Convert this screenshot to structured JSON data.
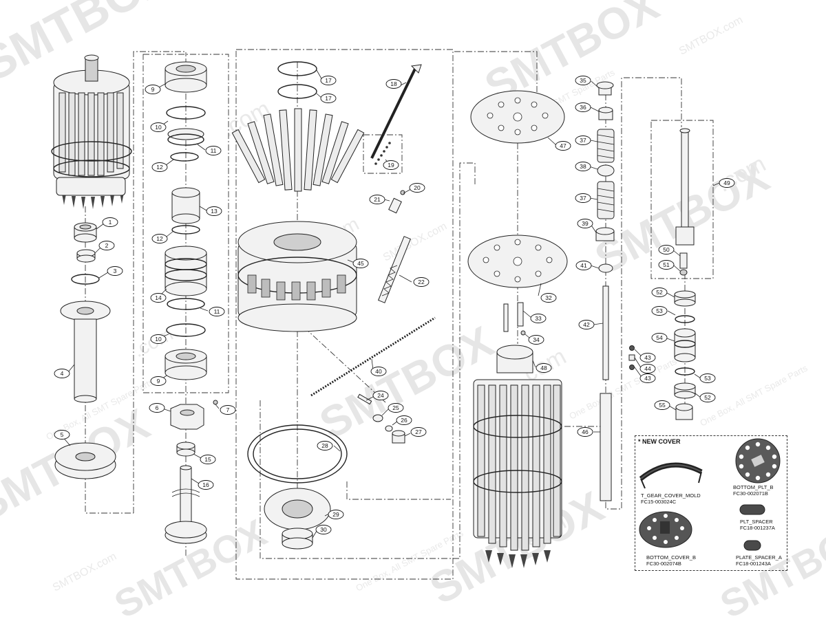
{
  "watermarks": {
    "brand": "SMTBOX",
    "brand_com": "SMTBOX.com",
    "dot_com": ".com",
    "spare_parts": "One Box, All SMT Spare Parts"
  },
  "callouts": [
    "1",
    "2",
    "3",
    "4",
    "5",
    "6",
    "7",
    "9",
    "10",
    "11",
    "12",
    "13",
    "12",
    "14",
    "11",
    "10",
    "9",
    "15",
    "16",
    "17",
    "17",
    "18",
    "19",
    "20",
    "21",
    "22",
    "45",
    "40",
    "24",
    "25",
    "26",
    "27",
    "28",
    "29",
    "30",
    "47",
    "32",
    "33",
    "34",
    "48",
    "35",
    "36",
    "37",
    "38",
    "37",
    "39",
    "41",
    "42",
    "46",
    "49",
    "50",
    "51",
    "52",
    "53",
    "54",
    "53",
    "52",
    "55",
    "43",
    "44",
    "43"
  ],
  "new_cover": {
    "title": "* NEW COVER",
    "items": [
      {
        "name": "T_GEAR_COVER_MOLD",
        "code": "FC15-003024C"
      },
      {
        "name": "BOTTOM_PLT_B",
        "code": "FC30-002071B"
      },
      {
        "name": "PLT_SPACER",
        "code": "FC18-001237A"
      },
      {
        "name": "BOTTOM_COVER_B",
        "code": "FC30-002074B"
      },
      {
        "name": "PLATE_SPACER_A",
        "code": "FC18-001243A"
      }
    ]
  }
}
